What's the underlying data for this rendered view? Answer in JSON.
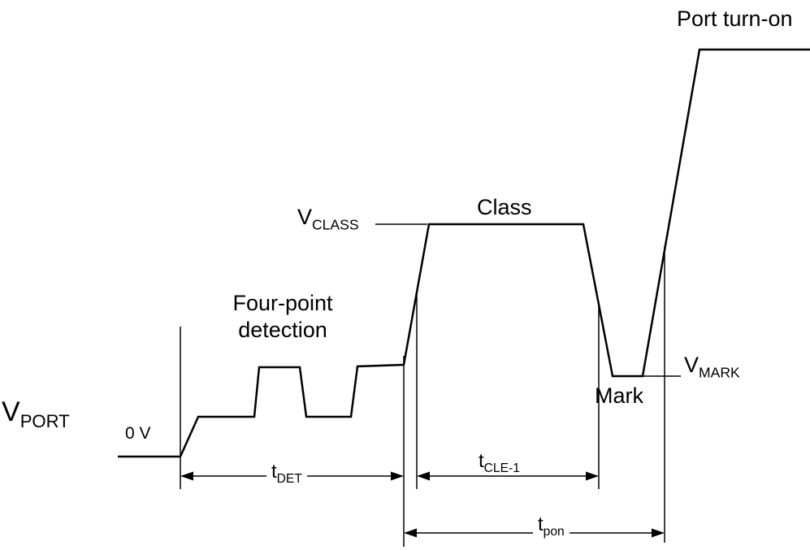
{
  "labels": {
    "port_turn_on": "Port turn-on",
    "class_phase": "Class",
    "mark_phase": "Mark",
    "detection_line1": "Four-point",
    "detection_line2": "detection",
    "zero_volts": "0 V",
    "v_port": {
      "main": "V",
      "sub": "PORT"
    },
    "v_class": {
      "main": "V",
      "sub": "CLASS"
    },
    "v_mark": {
      "main": "V",
      "sub": "MARK"
    },
    "t_det": {
      "main": "t",
      "sub": "DET"
    },
    "t_cle1": {
      "main": "t",
      "sub": "CLE-1"
    },
    "t_pon": {
      "main": "t",
      "sub": "pon"
    }
  },
  "colors": {
    "line": "#000000",
    "background": "#ffffff"
  }
}
